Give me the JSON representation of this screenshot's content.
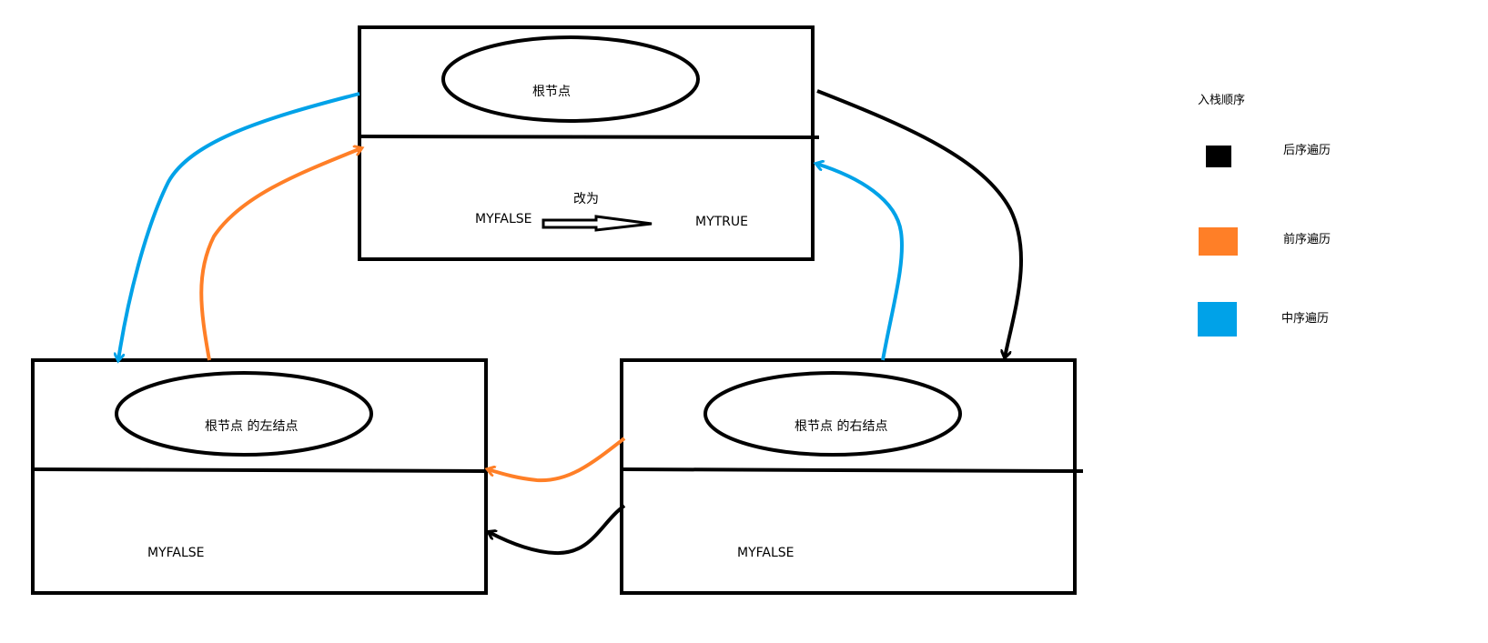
{
  "root_node": {
    "label": "根节点",
    "flag_from": "MYFALSE",
    "change_label": "改为",
    "flag_to": "MYTRUE"
  },
  "left_node": {
    "label": "根节点  的左结点",
    "flag": "MYFALSE"
  },
  "right_node": {
    "label": "根节点  的右结点",
    "flag": "MYFALSE"
  },
  "legend": {
    "title": "入栈顺序",
    "items": [
      {
        "label": "后序遍历",
        "color": "#000000"
      },
      {
        "label": "前序遍历",
        "color": "#ff7f27"
      },
      {
        "label": "中序遍历",
        "color": "#00a2e8"
      }
    ]
  },
  "colors": {
    "postorder": "#000000",
    "preorder": "#ff7f27",
    "inorder": "#00a2e8"
  }
}
